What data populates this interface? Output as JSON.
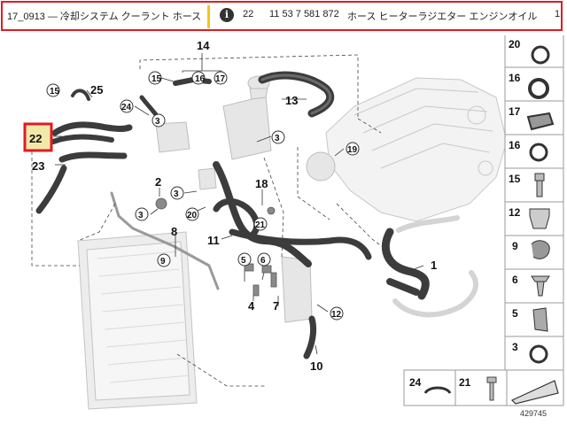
{
  "header": {
    "title": "17_0913 — 冷却システム クーラント ホース",
    "info_icon": "i",
    "part_position": "22",
    "part_number": "11 53 7 581 872",
    "description": "ホース ヒーターラジエター エンジンオイル",
    "quantity": "1"
  },
  "callouts": {
    "n14": "14",
    "n15a": "15",
    "n16": "16",
    "n17": "17",
    "n15b": "15",
    "n25": "25",
    "n24": "24",
    "n3a": "3",
    "n13": "13",
    "n22": "22",
    "n23": "23",
    "n3b": "3",
    "n19": "19",
    "n2": "2",
    "n3c": "3",
    "n3d": "3",
    "n20": "20",
    "n18": "18",
    "n21": "21",
    "n8": "8",
    "n11": "11",
    "n9": "9",
    "n5": "5",
    "n6": "6",
    "n1": "1",
    "n4": "4",
    "n7": "7",
    "n12": "12",
    "n10": "10"
  },
  "side_panel": [
    "20",
    "16",
    "17",
    "16",
    "15",
    "12",
    "9",
    "6",
    "5",
    "3"
  ],
  "bottom_panel": {
    "a": "24",
    "b": "21"
  },
  "catalog_number": "429745",
  "colors": {
    "highlight_border": "#e01b24",
    "highlight_fill": "#f2e9a8",
    "separator": "#f5c518"
  }
}
